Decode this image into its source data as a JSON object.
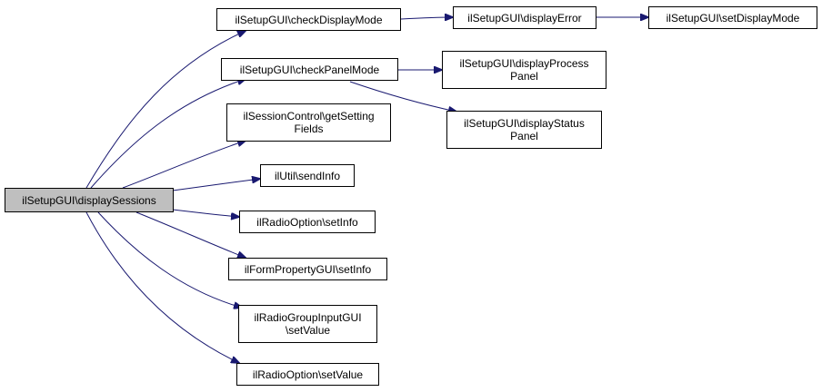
{
  "diagram": {
    "root": {
      "label": "ilSetupGUI\\displaySessions"
    },
    "nodes": {
      "checkDisplayMode": "ilSetupGUI\\checkDisplayMode",
      "displayError": "ilSetupGUI\\displayError",
      "setDisplayMode": "ilSetupGUI\\setDisplayMode",
      "checkPanelMode": "ilSetupGUI\\checkPanelMode",
      "displayProcessPanel": "ilSetupGUI\\displayProcess\nPanel",
      "displayStatusPanel": "ilSetupGUI\\displayStatus\nPanel",
      "getSettingFields": "ilSessionControl\\getSetting\nFields",
      "sendInfo": "ilUtil\\sendInfo",
      "radioSetInfo": "ilRadioOption\\setInfo",
      "formPropSetInfo": "ilFormPropertyGUI\\setInfo",
      "radioGroupSetValue": "ilRadioGroupInputGUI\n\\setValue",
      "radioSetValue": "ilRadioOption\\setValue"
    },
    "colors": {
      "edge": "#191970",
      "root_fill": "#bfbfbf",
      "node_fill": "#ffffff",
      "border": "#000000"
    }
  }
}
